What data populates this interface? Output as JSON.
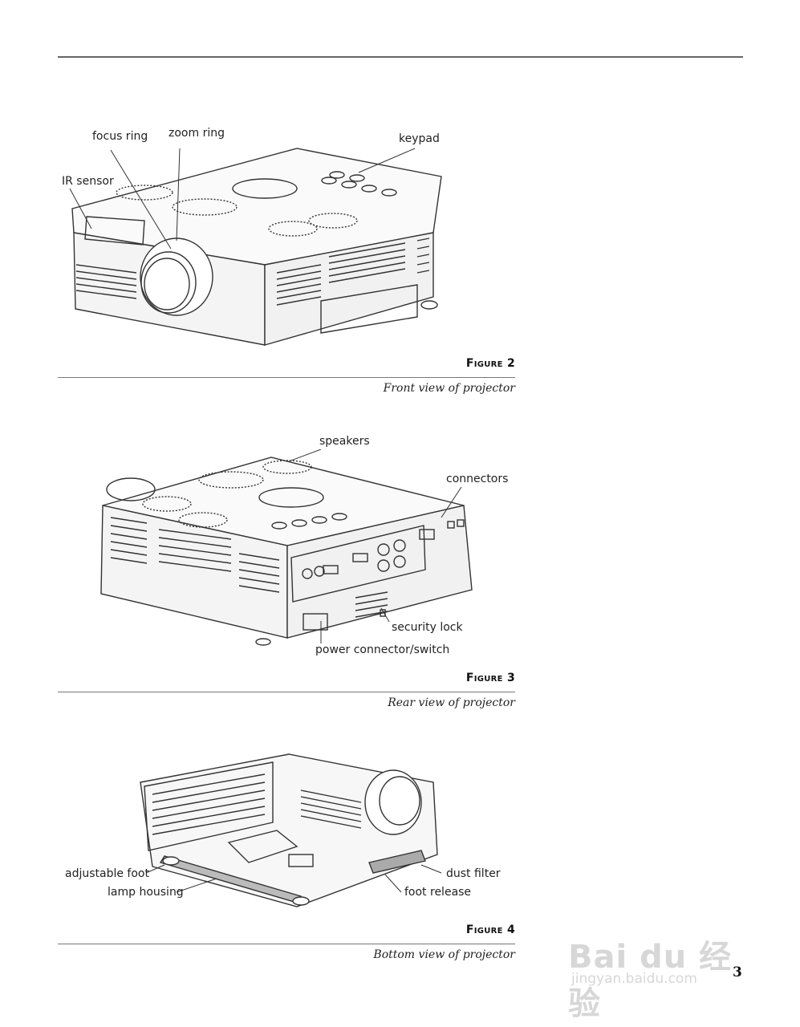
{
  "page_number": "3",
  "figures": [
    {
      "title": "Figure 2",
      "caption": "Front view of projector",
      "callouts": [
        "focus ring",
        "zoom ring",
        "keypad",
        "IR sensor"
      ]
    },
    {
      "title": "Figure 3",
      "caption": "Rear view of projector",
      "callouts": [
        "speakers",
        "connectors",
        "security lock",
        "power connector/switch"
      ]
    },
    {
      "title": "Figure 4",
      "caption": "Bottom view of projector",
      "callouts": [
        "adjustable foot",
        "lamp housing",
        "dust filter",
        "foot release"
      ]
    }
  ],
  "watermark": {
    "main": "Bai du 经验",
    "sub": "jingyan.baidu.com"
  }
}
